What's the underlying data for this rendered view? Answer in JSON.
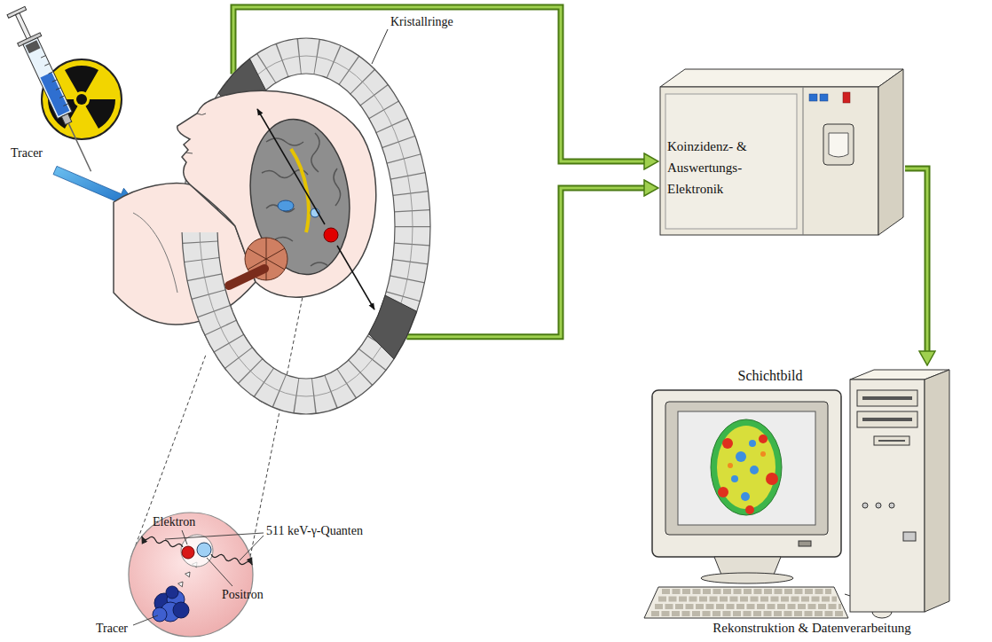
{
  "diagram": {
    "nodes": [
      {
        "text": [
          "Kristallringe"
        ]
      },
      {
        "text": [
          "Koinzidenz- & Auswertungs-Elektronik"
        ]
      },
      {
        "text": [
          "Schichtbild",
          "Rekonstruktion & Datenverarbeitung"
        ]
      }
    ],
    "edges": [
      {
        "from": 0,
        "to": 1,
        "arrow": "to"
      },
      {
        "from": 0,
        "to": 1,
        "arrow": "to"
      },
      {
        "from": 1,
        "to": 2,
        "arrow": "to"
      }
    ],
    "labels": [
      "Tracer",
      "Elektron",
      "511 keV-γ-Quanten",
      "Positron",
      "Tracer"
    ]
  }
}
